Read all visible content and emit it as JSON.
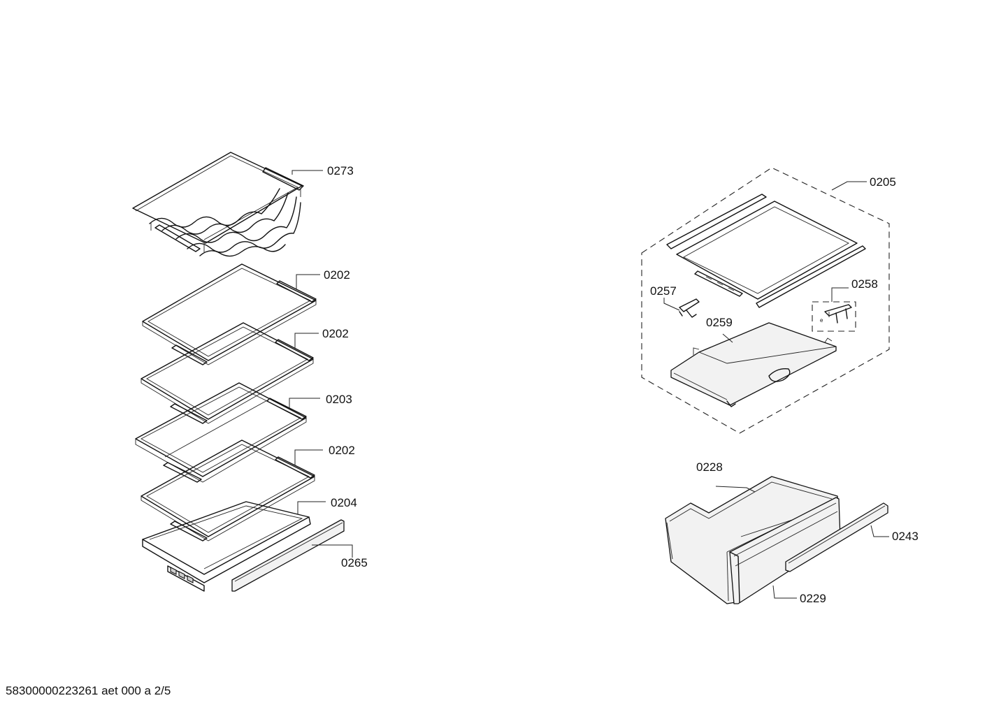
{
  "callouts": {
    "c0273": "0273",
    "c0202a": "0202",
    "c0202b": "0202",
    "c0203": "0203",
    "c0202c": "0202",
    "c0204": "0204",
    "c0265": "0265",
    "c0205": "0205",
    "c0257": "0257",
    "c0258": "0258",
    "c0259": "0259",
    "c0228": "0228",
    "c0243": "0243",
    "c0229": "0229"
  },
  "footer": {
    "code": "58300000223261 aet 000 a 2/5"
  }
}
